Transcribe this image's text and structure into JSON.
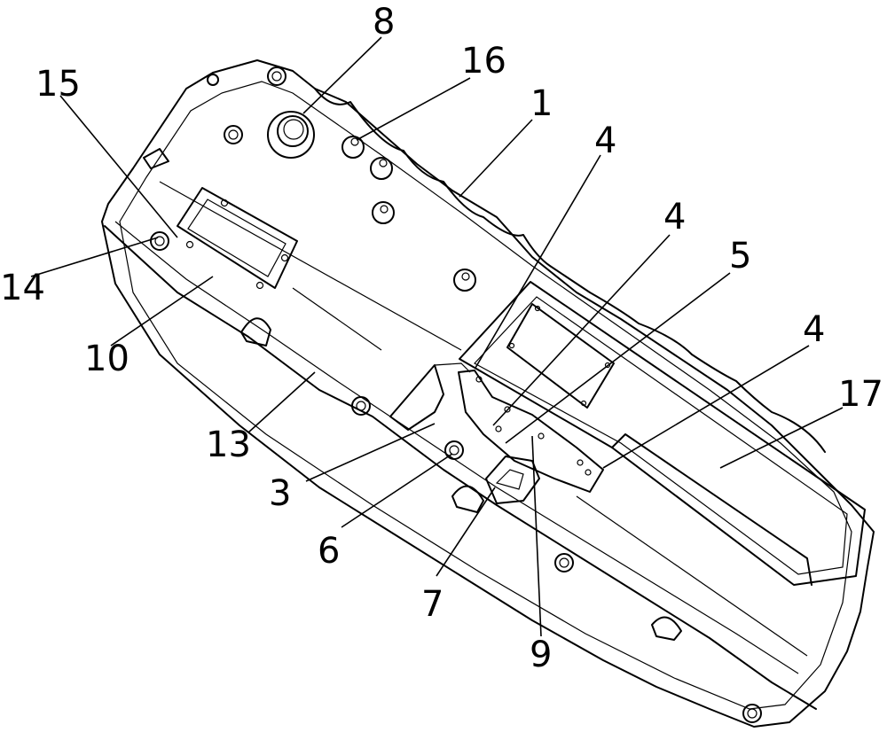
{
  "figure": {
    "labels": [
      {
        "id": "1",
        "text": "1"
      },
      {
        "id": "3",
        "text": "3"
      },
      {
        "id": "4a",
        "text": "4"
      },
      {
        "id": "4b",
        "text": "4"
      },
      {
        "id": "4c",
        "text": "4"
      },
      {
        "id": "5",
        "text": "5"
      },
      {
        "id": "6",
        "text": "6"
      },
      {
        "id": "7",
        "text": "7"
      },
      {
        "id": "8",
        "text": "8"
      },
      {
        "id": "9",
        "text": "9"
      },
      {
        "id": "10",
        "text": "10"
      },
      {
        "id": "13",
        "text": "13"
      },
      {
        "id": "14",
        "text": "14"
      },
      {
        "id": "15",
        "text": "15"
      },
      {
        "id": "16",
        "text": "16"
      },
      {
        "id": "17",
        "text": "17"
      }
    ]
  }
}
